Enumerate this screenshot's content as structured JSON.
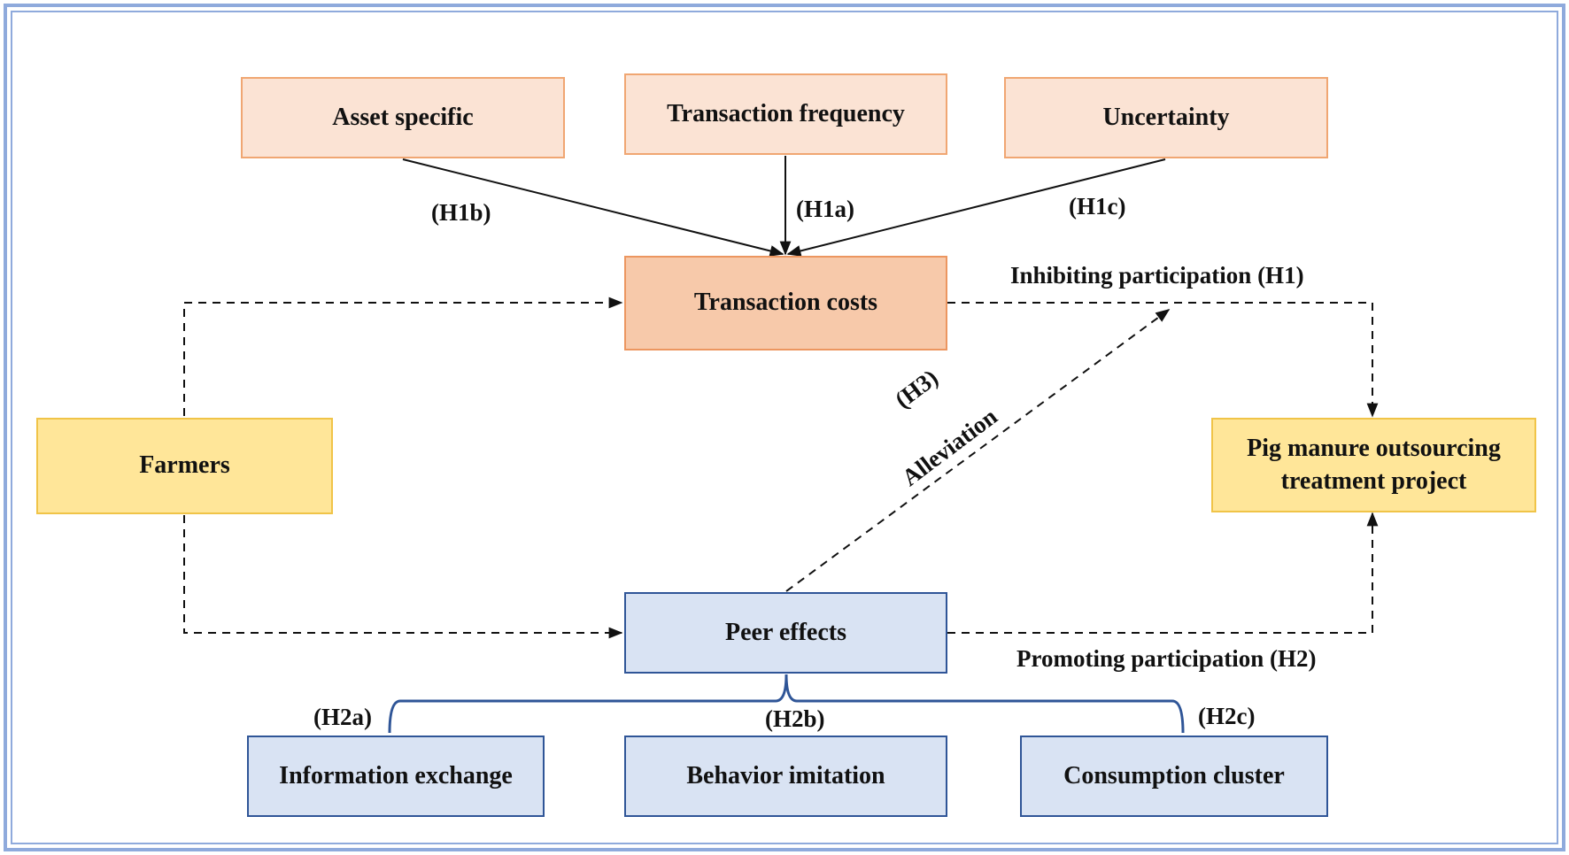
{
  "nodes": {
    "asset_specific": "Asset specific",
    "transaction_frequency": "Transaction frequency",
    "uncertainty": "Uncertainty",
    "transaction_costs": "Transaction costs",
    "farmers": "Farmers",
    "pig_manure": "Pig manure outsourcing treatment project",
    "peer_effects": "Peer effects",
    "information_exchange": "Information exchange",
    "behavior_imitation": "Behavior imitation",
    "consumption_cluster": "Consumption cluster"
  },
  "labels": {
    "h1b": "(H1b)",
    "h1a": "(H1a)",
    "h1c": "(H1c)",
    "inhibiting": "Inhibiting participation (H1)",
    "promoting": "Promoting participation (H2)",
    "h3": "(H3)",
    "alleviation": "Alleviation",
    "h2a": "(H2a)",
    "h2b": "(H2b)",
    "h2c": "(H2c)"
  },
  "colors": {
    "frame_border": "#8faadc",
    "orange_fill": "#fbe3d4",
    "orange_dark_fill": "#f7c9aa",
    "yellow_fill": "#ffe699",
    "blue_fill": "#d9e3f3",
    "brace": "#2f5597"
  }
}
